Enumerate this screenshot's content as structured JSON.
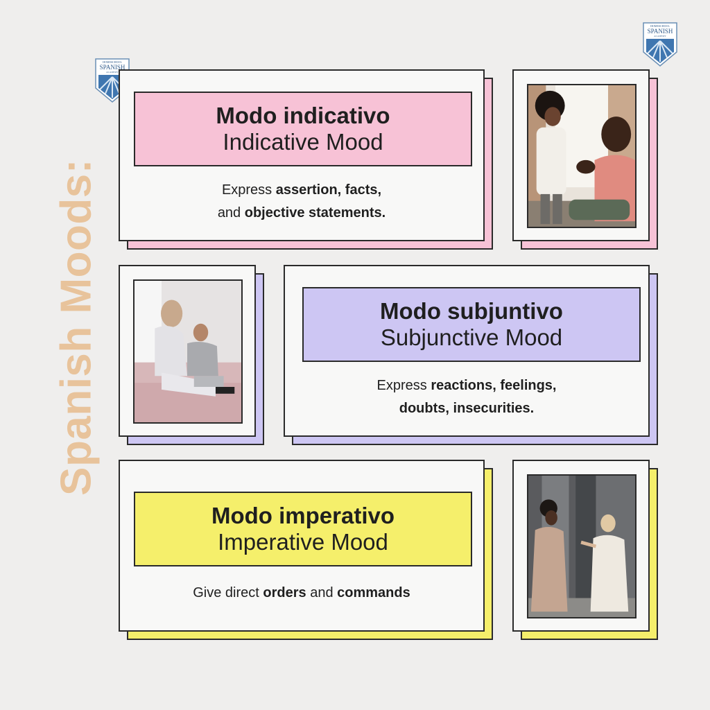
{
  "side_title": "Spanish Moods:",
  "logo": {
    "line1": "HOMESCHOOL",
    "line2": "SPANISH",
    "line3": "ACADEMY"
  },
  "moods": [
    {
      "title_es": "Modo indicativo",
      "title_en": "Indicative Mood",
      "desc": [
        {
          "t": "Express ",
          "b": false
        },
        {
          "t": "assertion, facts,",
          "b": true
        },
        {
          "t": "and ",
          "b": false,
          "br": true
        },
        {
          "t": "objective statements.",
          "b": true
        }
      ],
      "color": "#f7c2d6",
      "photo": "man-and-child-photo"
    },
    {
      "title_es": "Modo subjuntivo",
      "title_en": "Subjunctive Mood",
      "desc": [
        {
          "t": "Express ",
          "b": false
        },
        {
          "t": "reactions, feelings,",
          "b": true
        },
        {
          "t": "doubts, insecurities.",
          "b": true,
          "br": true
        }
      ],
      "color": "#cdc6f3",
      "photo": "couple-on-sofa-photo"
    },
    {
      "title_es": "Modo imperativo",
      "title_en": "Imperative Mood",
      "desc": [
        {
          "t": "Give direct ",
          "b": false
        },
        {
          "t": "orders",
          "b": true
        },
        {
          "t": " and ",
          "b": false
        },
        {
          "t": "commands",
          "b": true
        }
      ],
      "color": "#f5ef6b",
      "photo": "two-women-talking-photo"
    }
  ]
}
